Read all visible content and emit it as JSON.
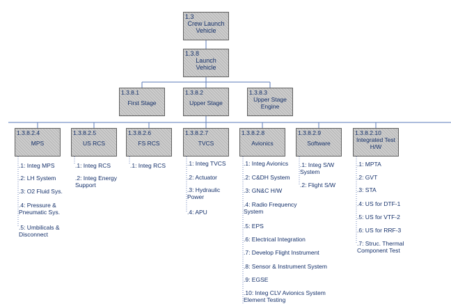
{
  "colors": {
    "box_fill": "#bdbdbd",
    "box_border": "#5f5f5f",
    "text": "#14306a",
    "line": "#5a7ab8"
  },
  "top": [
    {
      "num": "1.3",
      "label": "Crew Launch Vehicle"
    },
    {
      "num": "1.3.8",
      "label": "Launch Vehicle"
    }
  ],
  "level3": [
    {
      "num": "1.3.8.1",
      "label": "First Stage"
    },
    {
      "num": "1.3.8.2",
      "label": "Upper Stage"
    },
    {
      "num": "1.3.8.3",
      "label": "Upper Stage Engine"
    }
  ],
  "columns": [
    {
      "num": "1.3.8.2.4",
      "label": "MPS",
      "items": [
        ".1: Integ MPS",
        ".2: LH System",
        ".3: O2 Fluid Sys.",
        ".4: Pressure & Pneumatic Sys.",
        ".5: Umbilicals & Disconnect"
      ]
    },
    {
      "num": "1.3.8.2.5",
      "label": "US RCS",
      "items": [
        ".1: Integ RCS",
        ".2: Integ Energy Support"
      ]
    },
    {
      "num": "1.3.8.2.6",
      "label": "FS RCS",
      "items": [
        ".1: Integ RCS"
      ]
    },
    {
      "num": "1.3.8.2.7",
      "label": "TVCS",
      "items": [
        ".1: Integ TVCS",
        ".2: Actuator",
        ".3: Hydraulic Power",
        ".4: APU"
      ]
    },
    {
      "num": "1.3.8.2.8",
      "label": "Avionics",
      "items": [
        ".1: Integ Avionics",
        ".2: C&DH System",
        ".3: GN&C H/W",
        ".4: Radio Frequency System",
        ".5: EPS",
        ".6: Electrical Integration",
        ".7: Develop Flight Instrument",
        ".8: Sensor & Instrument System",
        ".9: EGSE",
        ".10: Integ CLV Avionics System Element Testing"
      ]
    },
    {
      "num": "1.3.8.2.9",
      "label": "Software",
      "items": [
        ".1: Integ S/W System",
        ".2: Flight S/W"
      ]
    },
    {
      "num": "1.3.8.2.10",
      "label": "Integrated Test H/W",
      "items": [
        ".1: MPTA",
        ".2: GVT",
        ".3: STA",
        ".4: US for DTF-1",
        ".5: US for VTF-2",
        ".6: US for RRF-3",
        ".7: Struc. Thermal Component Test"
      ]
    }
  ]
}
